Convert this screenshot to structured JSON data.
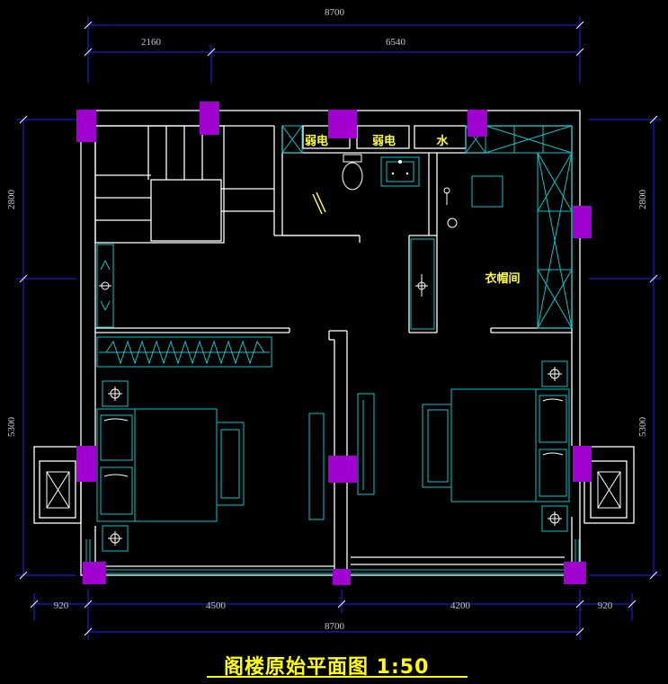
{
  "title": "阁楼原始平面图 1:50",
  "dimensions": {
    "top_total": "8700",
    "top_left": "2160",
    "top_right": "6540",
    "left_top": "2800",
    "left_bottom": "5300",
    "right_top": "2800",
    "right_bottom": "5300",
    "bottom_left_bay": "920",
    "bottom_left": "4500",
    "bottom_right": "4200",
    "bottom_right_bay": "920",
    "bottom_total": "8700"
  },
  "rooms": {
    "utility_weak_1": "弱电",
    "utility_weak_2": "弱电",
    "utility_water": "水",
    "wardrobe": "衣帽间"
  },
  "colors": {
    "wall": "#ffffff",
    "column": "#a000d0",
    "dimension_line": "#2020ff",
    "furniture": "#00c8c8",
    "label": "#ffff33",
    "title": "#ffff00"
  }
}
